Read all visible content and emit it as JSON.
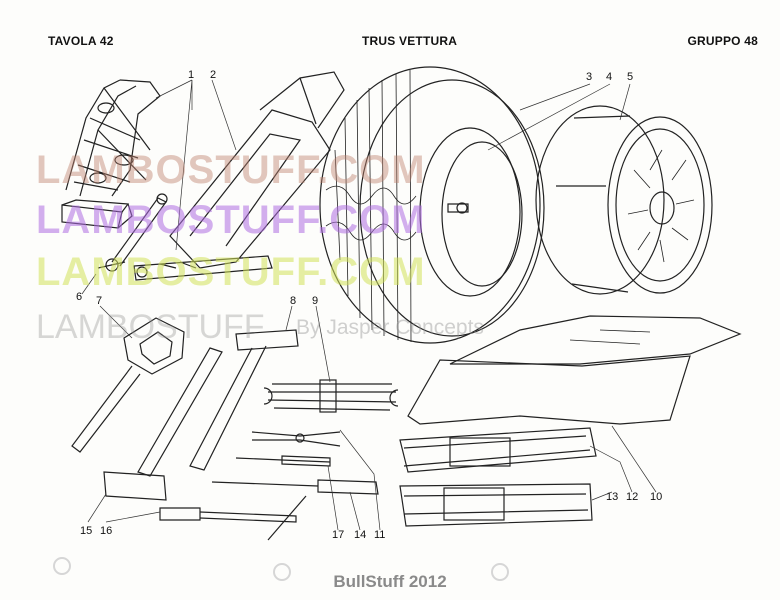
{
  "header": {
    "left": "TAVOLA 42",
    "center": "TRUS VETTURA",
    "right": "GRUPPO 48"
  },
  "watermarks": {
    "line1": "LAMBOSTUFF.COM",
    "line2": "LAMBOSTUFF.COM",
    "line3": "LAMBOSTUFF.COM",
    "line4": "LAMBOSTUFF",
    "line5": "By Jasper Concepts"
  },
  "callouts": [
    "1",
    "2",
    "3",
    "4",
    "5",
    "6",
    "7",
    "8",
    "9",
    "10",
    "11",
    "12",
    "13",
    "14",
    "15",
    "16",
    "17"
  ],
  "footer": "BullStuff 2012"
}
